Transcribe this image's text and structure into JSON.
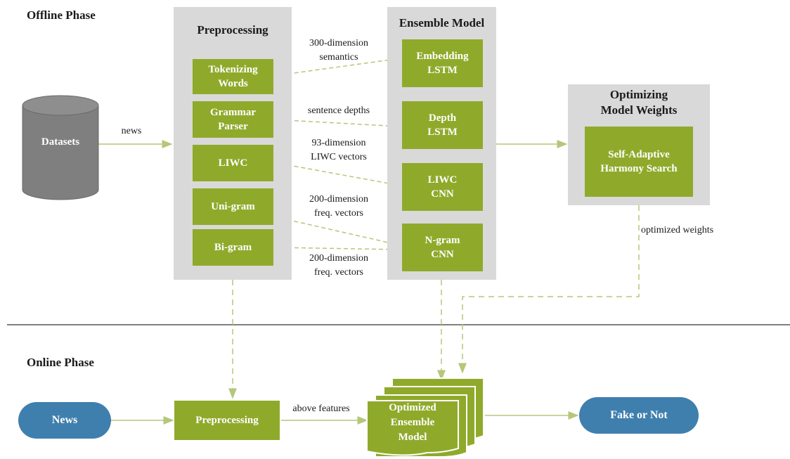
{
  "offline": {
    "title": "Offline Phase",
    "datasets": "Datasets",
    "news_edge": "news",
    "preprocessing": {
      "title": "Preprocessing",
      "items": [
        "Tokenizing\nWords",
        "Grammar\nParser",
        "LIWC",
        "Uni-gram",
        "Bi-gram"
      ]
    },
    "edges": [
      "300-dimension\nsemantics",
      "sentence depths",
      "93-dimension\nLIWC vectors",
      "200-dimension\nfreq. vectors",
      "200-dimension\nfreq. vectors"
    ],
    "ensemble": {
      "title": "Ensemble Model",
      "items": [
        "Embedding\nLSTM",
        "Depth\nLSTM",
        "LIWC\nCNN",
        "N-gram\nCNN"
      ]
    },
    "optimizing": {
      "title": "Optimizing\nModel Weights",
      "inner": "Self-Adaptive\nHarmony Search"
    },
    "optimized_weights": "optimized weights"
  },
  "online": {
    "title": "Online Phase",
    "news": "News",
    "preprocessing": "Preprocessing",
    "above_features": "above features",
    "model": "Optimized\nEnsemble\nModel",
    "result": "Fake or Not"
  },
  "colors": {
    "green": "#8faa2b",
    "panel": "#d9d9d9",
    "pill": "#3f7fae",
    "cylinder": "#7f7f7f",
    "arrow": "#b5c77a"
  }
}
